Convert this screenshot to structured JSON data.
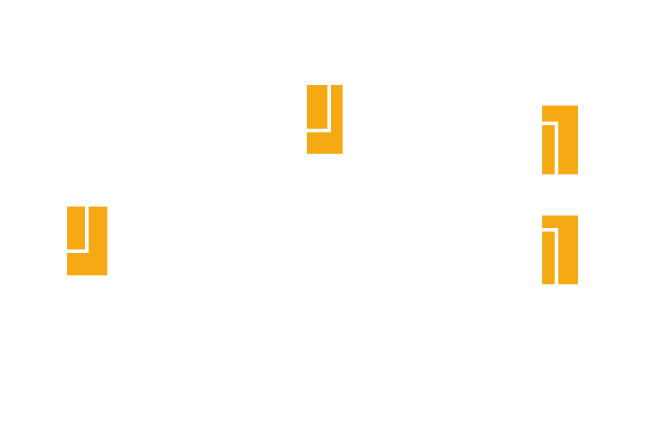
{
  "colors": {
    "background": "#ffffff",
    "tile_fill": "#f5a912",
    "tile_notch": "#ffffff"
  },
  "tiles": [
    {
      "icon": "notched-rectangle-icon",
      "notch_corner": "top-left"
    },
    {
      "icon": "notched-rectangle-icon",
      "notch_corner": "bottom-left"
    },
    {
      "icon": "notched-rectangle-icon",
      "notch_corner": "top-left"
    },
    {
      "icon": "notched-rectangle-icon",
      "notch_corner": "bottom-left"
    }
  ]
}
